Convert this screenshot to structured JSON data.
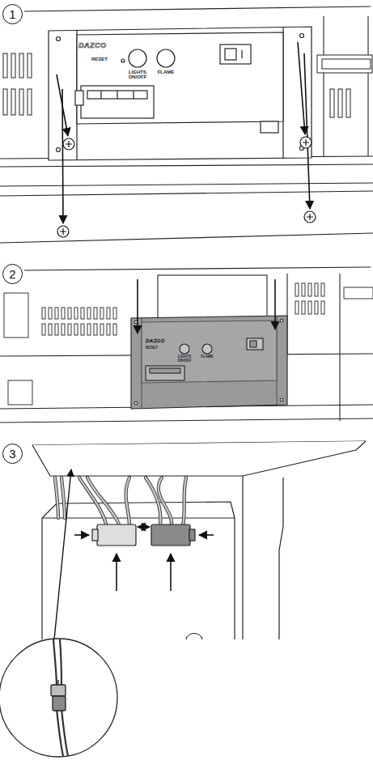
{
  "diagram": {
    "nodes": [
      {
        "text": [
          "1"
        ]
      },
      {
        "text": [
          "2"
        ]
      },
      {
        "text": [
          "3"
        ]
      }
    ],
    "labels": [
      "DAZCO",
      "RESET",
      "LIGHTS ON/OFF",
      "FLAME",
      "DAZCO",
      "RESET",
      "LIGHTS ON/OFF",
      "FLAME"
    ]
  }
}
